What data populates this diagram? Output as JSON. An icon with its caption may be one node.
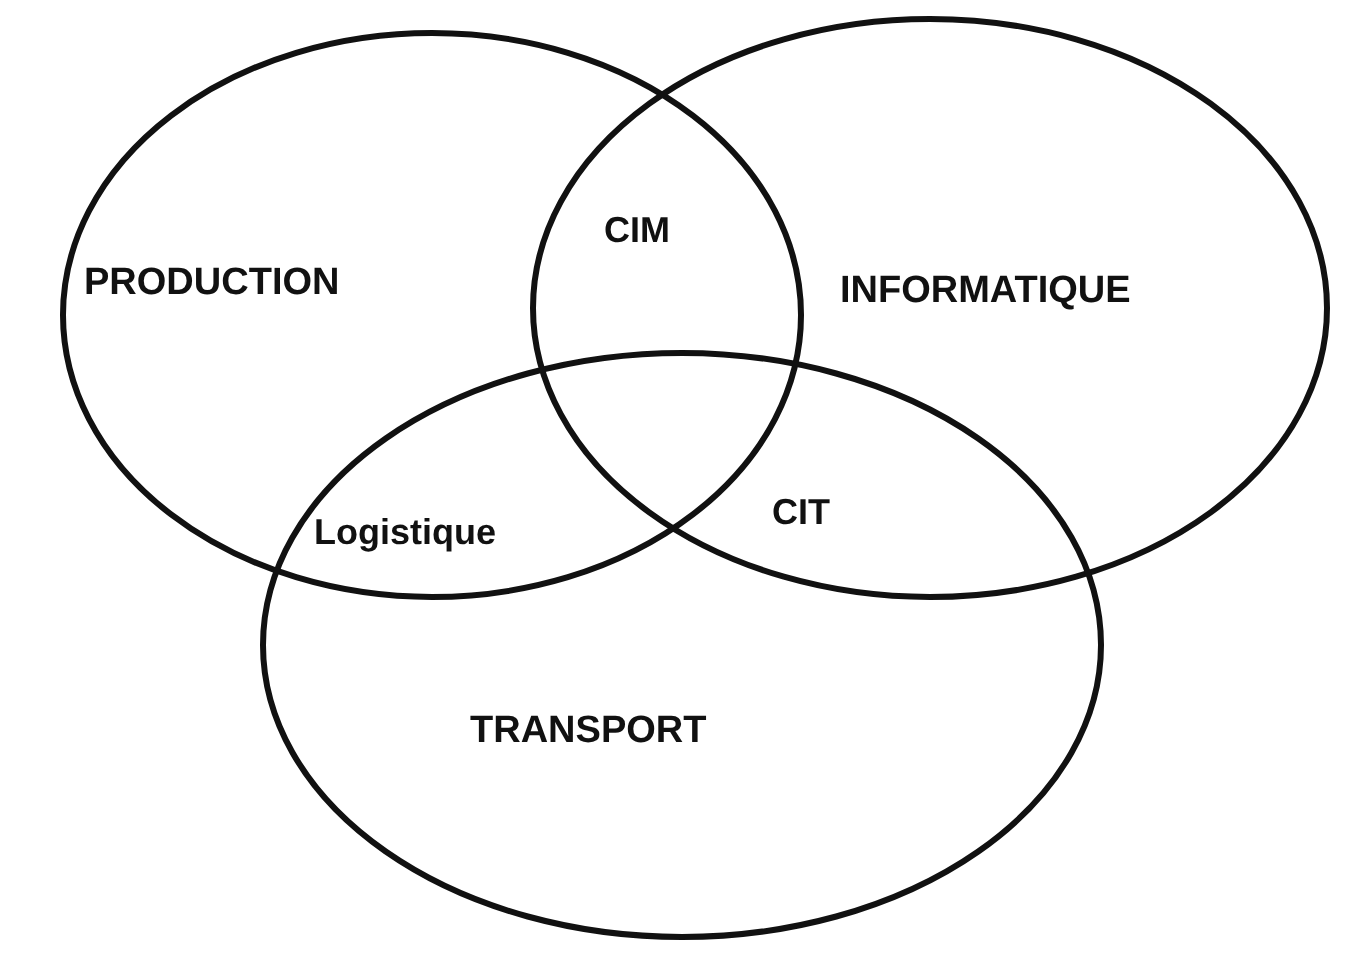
{
  "diagram": {
    "nodes": [
      {
        "text": [
          "PRODUCTION"
        ]
      },
      {
        "text": [
          "INFORMATIQUE"
        ]
      },
      {
        "text": [
          "TRANSPORT"
        ]
      }
    ],
    "labels": [
      "CIM",
      "Logistique",
      "CIT"
    ]
  }
}
